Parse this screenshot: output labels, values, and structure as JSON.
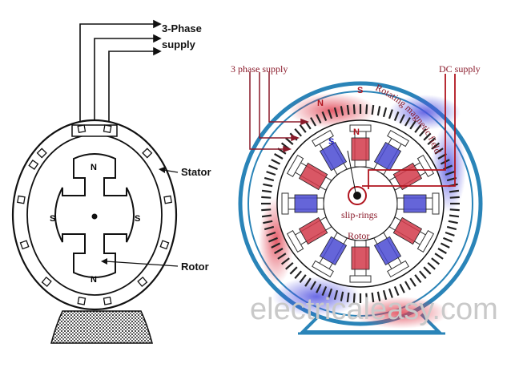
{
  "left_diagram": {
    "supply_label_line1": "3-Phase",
    "supply_label_line2": "supply",
    "stator_label": "Stator",
    "rotor_label": "Rotor",
    "poles": {
      "top": "N",
      "bottom": "N",
      "left": "S",
      "right": "S"
    }
  },
  "right_diagram": {
    "three_phase_label": "3 phase supply",
    "dc_supply_label": "DC supply",
    "field_label": "Rotating magnetic field",
    "field_poles": {
      "first": "N",
      "second": "S"
    },
    "rotor_poles": {
      "top": "N",
      "left": "S"
    },
    "slip_rings_label": "slip-rings",
    "rotor_label": "Rotor",
    "watermark": "electricaleasy.com"
  },
  "colors": {
    "stator_frame": "#2a84b8",
    "supply_wires": "#8a1a2a",
    "north_pole": "#d23a4a",
    "south_pole": "#3a3ad2",
    "ink": "#111111"
  }
}
